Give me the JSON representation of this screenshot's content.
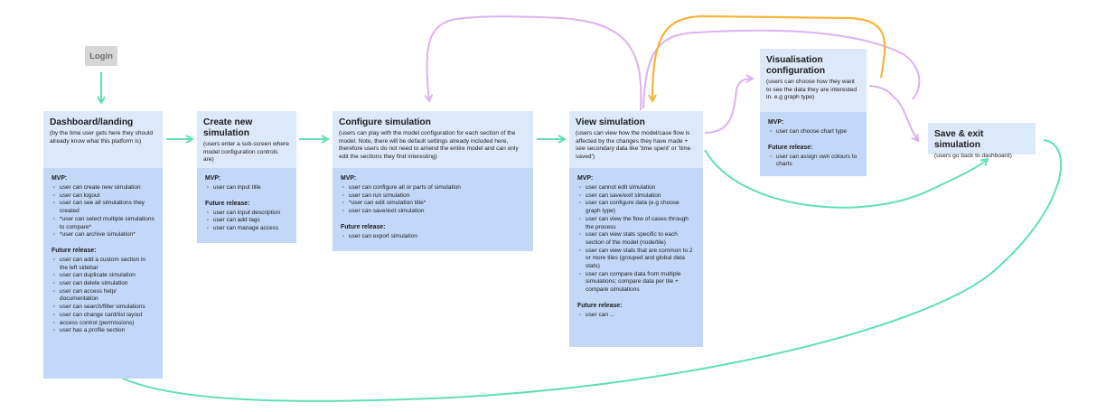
{
  "login": {
    "label": "Login"
  },
  "colors": {
    "green": "#5fe0b5",
    "purple": "#dcb1ef",
    "orange": "#f6b53a",
    "card_head": "#dce9fb",
    "card_body": "#c3d8f7"
  },
  "cards": {
    "dashboard": {
      "title": "Dashboard/landing",
      "subtitle": "(by the time user gets here they should already know what this platform is)",
      "mvp_label": "MVP:",
      "mvp": [
        "user can create new simulation",
        "user can logout",
        "user can see all simulations they created",
        "*user can select multiple simulations to compare*",
        "*user can archive simulation*"
      ],
      "future_label": "Future release:",
      "future": [
        "user can add a custom section in the left sidebar",
        "user can duplicate simulation",
        "user can delete simulation",
        "user can access help/ documentation",
        "user can search/filter simulations",
        "user can change card/list layout",
        "access control (permissions)",
        "user has a profile section"
      ]
    },
    "create": {
      "title": "Create new simulation",
      "subtitle": "(users enter a sub-screen where model configuration controls are)",
      "mvp_label": "MVP:",
      "mvp": [
        "user can input title"
      ],
      "future_label": "Future release:",
      "future": [
        "user can input description",
        "user can add tags",
        "user can manage access"
      ]
    },
    "configure": {
      "title": "Configure simulation",
      "subtitle": "(users can play with the model configuration for each section of the model. Note, there will be default settings already included here, therefore users do not need to amend the entire model and can only edit the sections they find interesting)",
      "mvp_label": "MVP:",
      "mvp": [
        "user can configure all or parts of simulation",
        "user can run simulation",
        "*user can edit simulation title*",
        "user can save/exit simulation"
      ],
      "future_label": "Future release:",
      "future": [
        "user can export simulation"
      ]
    },
    "view": {
      "title": "View simulation",
      "subtitle": "(users can view how the model/case flow is affected by the changes they have made + see secondary data like 'time spent' or 'time saved')",
      "mvp_label": "MVP:",
      "mvp": [
        "user cannot edit simulation",
        "user can save/exit simulation",
        "user can configure data (e.g choose graph type)",
        "user can view the flow of cases through the process",
        "user can view stats specific to each section of the model (node/tile)",
        "user can view stats that are common to 2 or more tiles (grouped and global data stats)",
        "user can compare data from multiple simulations; compare data per tile + compare simulations"
      ],
      "future_label": "Future release:",
      "future": [
        "user can ..."
      ]
    },
    "visual": {
      "title": "Visualisation configuration",
      "subtitle": "(users can choose how they want to see the data they are interested in. e.g graph type)",
      "mvp_label": "MVP:",
      "mvp": [
        "user can choose chart type"
      ],
      "future_label": "Future release:",
      "future": [
        "user can assign own colours to charts"
      ]
    },
    "save": {
      "title": "Save & exit simulation",
      "subtitle": "(users go back to dashboard)"
    }
  }
}
